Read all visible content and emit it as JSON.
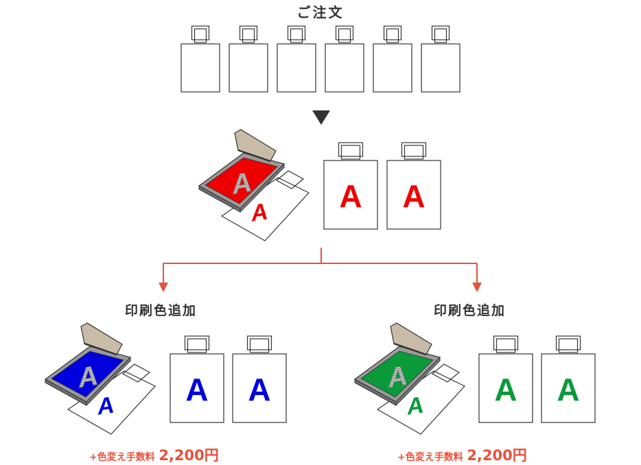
{
  "order_label": "ご注文",
  "bag_count": 6,
  "base": {
    "print_letter": "A",
    "color": "#ee0000"
  },
  "variants": [
    {
      "heading": "印刷色追加",
      "print_letter": "A",
      "color": "#0000dd",
      "fee_prefix": "+色変え手数料",
      "fee_amount": "2,200円"
    },
    {
      "heading": "印刷色追加",
      "print_letter": "A",
      "color": "#0a9a3a",
      "fee_prefix": "+色変え手数料",
      "fee_amount": "2,200円"
    }
  ],
  "colors": {
    "connector": "#e8503a",
    "fee_text": "#e8503a",
    "outline": "#333333",
    "frame": "#8a8a8a",
    "squeegee": "#c8bba8"
  },
  "icons": [
    "down-triangle-icon",
    "screen-print-frame-icon",
    "tote-bag-icon",
    "arrow-down-icon"
  ]
}
